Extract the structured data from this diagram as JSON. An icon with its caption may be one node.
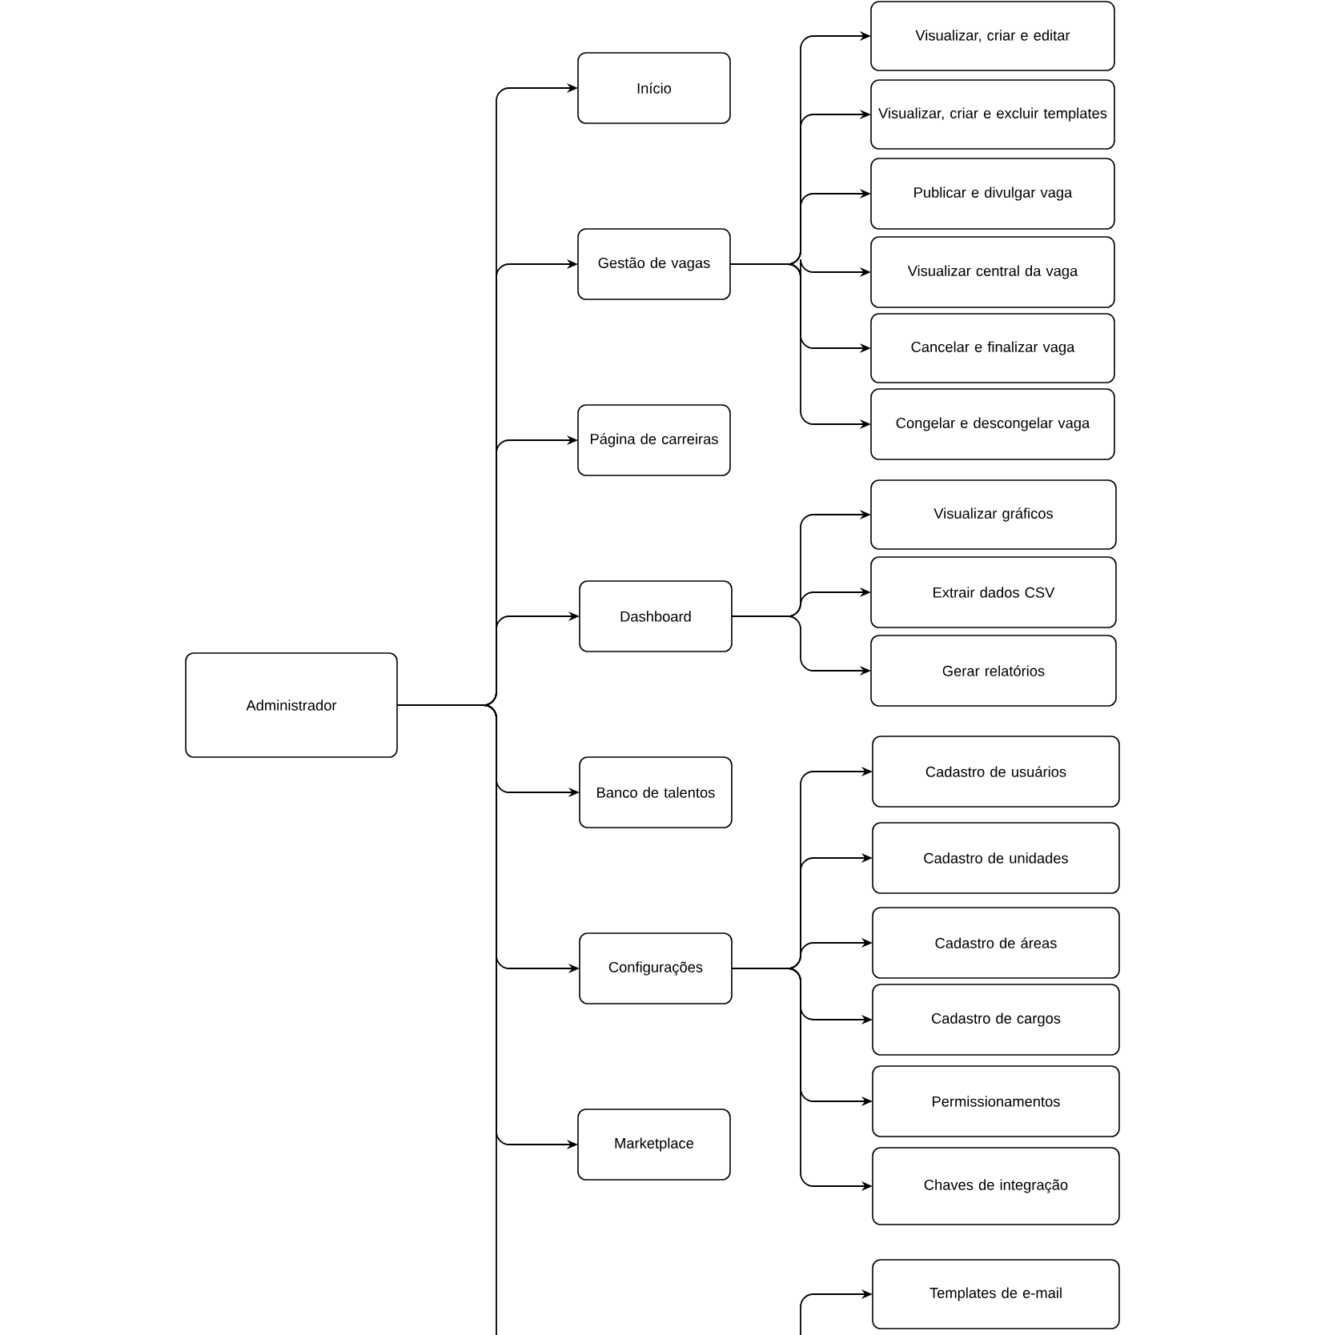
{
  "diagram": {
    "nodes": [
      {
        "text": [
          "Administrador"
        ]
      },
      {
        "text": [
          "Início"
        ]
      },
      {
        "text": [
          "Gestão de vagas"
        ]
      },
      {
        "text": [
          "Página de carreiras"
        ]
      },
      {
        "text": [
          "Dashboard"
        ]
      },
      {
        "text": [
          "Banco de talentos"
        ]
      },
      {
        "text": [
          "Configurações"
        ]
      },
      {
        "text": [
          "Marketplace"
        ]
      },
      {
        "text": [
          "Visualizar, criar e editar"
        ]
      },
      {
        "text": [
          "Visualizar, criar e excluir templates"
        ]
      },
      {
        "text": [
          "Publicar e divulgar vaga"
        ]
      },
      {
        "text": [
          "Visualizar central da vaga"
        ]
      },
      {
        "text": [
          "Cancelar e finalizar vaga"
        ]
      },
      {
        "text": [
          "Congelar e descongelar vaga"
        ]
      },
      {
        "text": [
          "Visualizar gráficos"
        ]
      },
      {
        "text": [
          "Extrair dados CSV"
        ]
      },
      {
        "text": [
          "Gerar relatórios"
        ]
      },
      {
        "text": [
          "Cadastro de usuários"
        ]
      },
      {
        "text": [
          "Cadastro de unidades"
        ]
      },
      {
        "text": [
          "Cadastro de áreas"
        ]
      },
      {
        "text": [
          "Cadastro de cargos"
        ]
      },
      {
        "text": [
          "Permissionamentos"
        ]
      },
      {
        "text": [
          "Chaves de integração"
        ]
      },
      {
        "text": [
          "Templates de e-mail"
        ]
      }
    ],
    "edges": [
      {
        "from": 0,
        "to": 1,
        "arrow": "to"
      },
      {
        "from": 0,
        "to": 2,
        "arrow": "to"
      },
      {
        "from": 0,
        "to": 3,
        "arrow": "to"
      },
      {
        "from": 0,
        "to": 4,
        "arrow": "to"
      },
      {
        "from": 0,
        "to": 5,
        "arrow": "to"
      },
      {
        "from": 0,
        "to": 6,
        "arrow": "to"
      },
      {
        "from": 0,
        "to": 7,
        "arrow": "to"
      },
      {
        "from": 0,
        "to": null,
        "arrow": "none"
      },
      {
        "from": 2,
        "to": 8,
        "arrow": "to"
      },
      {
        "from": 2,
        "to": 9,
        "arrow": "to"
      },
      {
        "from": 2,
        "to": 10,
        "arrow": "to"
      },
      {
        "from": 2,
        "to": 11,
        "arrow": "to"
      },
      {
        "from": 2,
        "to": 12,
        "arrow": "to"
      },
      {
        "from": 2,
        "to": 13,
        "arrow": "to"
      },
      {
        "from": 4,
        "to": 14,
        "arrow": "to"
      },
      {
        "from": 4,
        "to": 15,
        "arrow": "to"
      },
      {
        "from": 4,
        "to": 16,
        "arrow": "to"
      },
      {
        "from": 6,
        "to": 17,
        "arrow": "to"
      },
      {
        "from": 6,
        "to": 18,
        "arrow": "to"
      },
      {
        "from": 6,
        "to": 19,
        "arrow": "to"
      },
      {
        "from": 6,
        "to": 20,
        "arrow": "to"
      },
      {
        "from": 6,
        "to": 21,
        "arrow": "to"
      },
      {
        "from": 6,
        "to": 22,
        "arrow": "to"
      },
      {
        "from": null,
        "to": 23,
        "arrow": "to"
      }
    ]
  }
}
